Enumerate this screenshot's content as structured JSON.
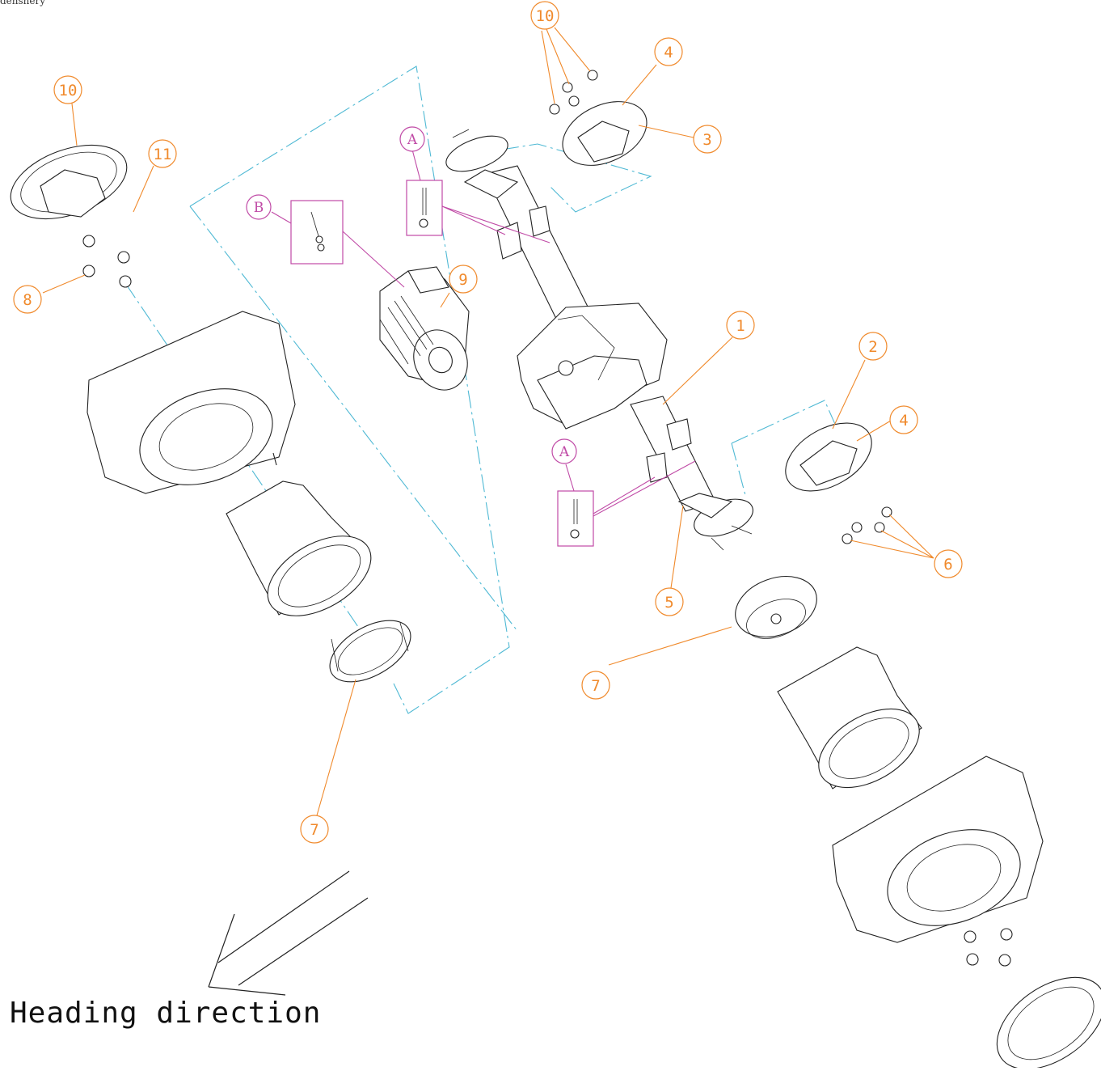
{
  "corner_text": "denshery",
  "heading_text": "Heading direction",
  "callouts": {
    "c1": "1",
    "c2": "2",
    "c3": "3",
    "c4a": "4",
    "c4b": "4",
    "c5": "5",
    "c6": "6",
    "c7a": "7",
    "c7b": "7",
    "c8": "8",
    "c9": "9",
    "c10a": "10",
    "c10b": "10",
    "c11": "11",
    "a1": "A",
    "a2": "A",
    "b1": "B"
  }
}
